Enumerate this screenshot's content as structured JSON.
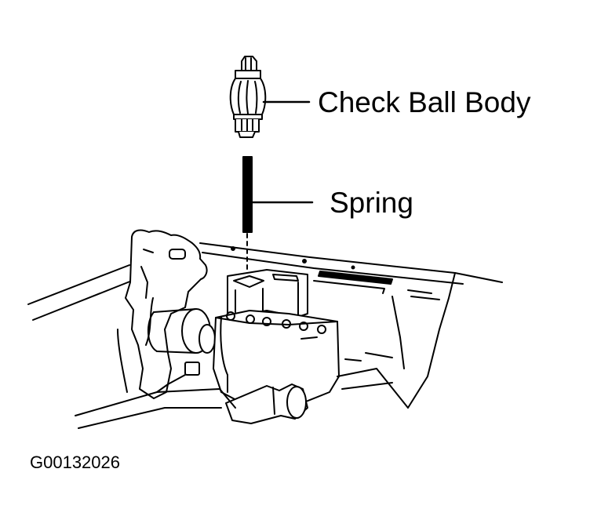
{
  "labels": {
    "check_ball_body": "Check Ball Body",
    "spring": "Spring"
  },
  "figure_id": "G00132026",
  "colors": {
    "ink": "#000000",
    "paper": "#ffffff"
  }
}
